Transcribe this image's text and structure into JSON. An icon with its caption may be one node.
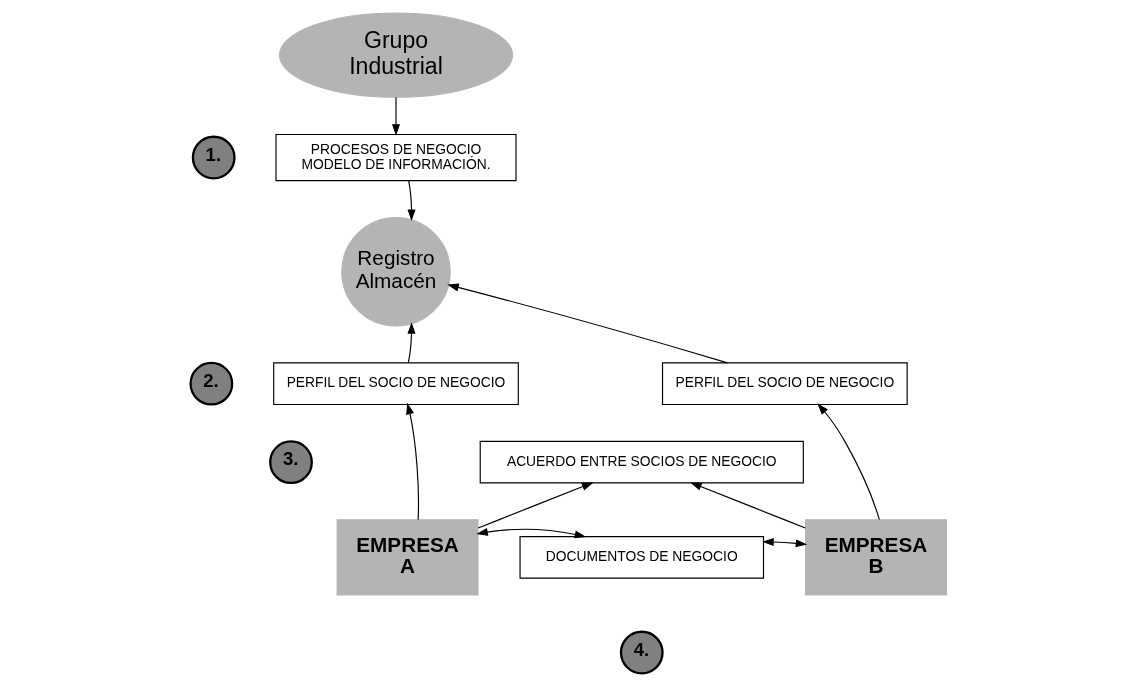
{
  "diagram": {
    "nodes": [
      {
        "text": [
          "Grupo Industrial"
        ]
      },
      {
        "text": [
          "1."
        ]
      },
      {
        "text": [
          "PROCESOS DE NEGOCIO MODELO DE INFORMACIÓN."
        ]
      },
      {
        "text": [
          "Registro Almacén"
        ]
      },
      {
        "text": [
          "2."
        ]
      },
      {
        "text": [
          "PERFIL DEL SOCIO DE NEGOCIO"
        ]
      },
      {
        "text": [
          "PERFIL DEL SOCIO DE NEGOCIO"
        ]
      },
      {
        "text": [
          "3."
        ]
      },
      {
        "text": [
          "ACUERDO ENTRE SOCIOS DE NEGOCIO"
        ]
      },
      {
        "text": [
          "EMPRESA A"
        ]
      },
      {
        "text": [
          "EMPRESA B"
        ]
      },
      {
        "text": [
          "DOCUMENTOS DE NEGOCIO"
        ]
      },
      {
        "text": [
          "4."
        ]
      }
    ],
    "edges": [
      {
        "from": 0,
        "to": 2,
        "arrow": "to"
      },
      {
        "from": 2,
        "to": 3,
        "arrow": "to"
      },
      {
        "from": 5,
        "to": 3,
        "arrow": "to"
      },
      {
        "from": 6,
        "to": 3,
        "arrow": "to"
      },
      {
        "from": 9,
        "to": 5,
        "arrow": "to"
      },
      {
        "from": 10,
        "to": 6,
        "arrow": "to"
      },
      {
        "from": 9,
        "to": 8,
        "arrow": "to"
      },
      {
        "from": 10,
        "to": 8,
        "arrow": "to"
      },
      {
        "from": 9,
        "to": 11,
        "arrow": "both"
      },
      {
        "from": 10,
        "to": 11,
        "arrow": "both"
      }
    ]
  }
}
